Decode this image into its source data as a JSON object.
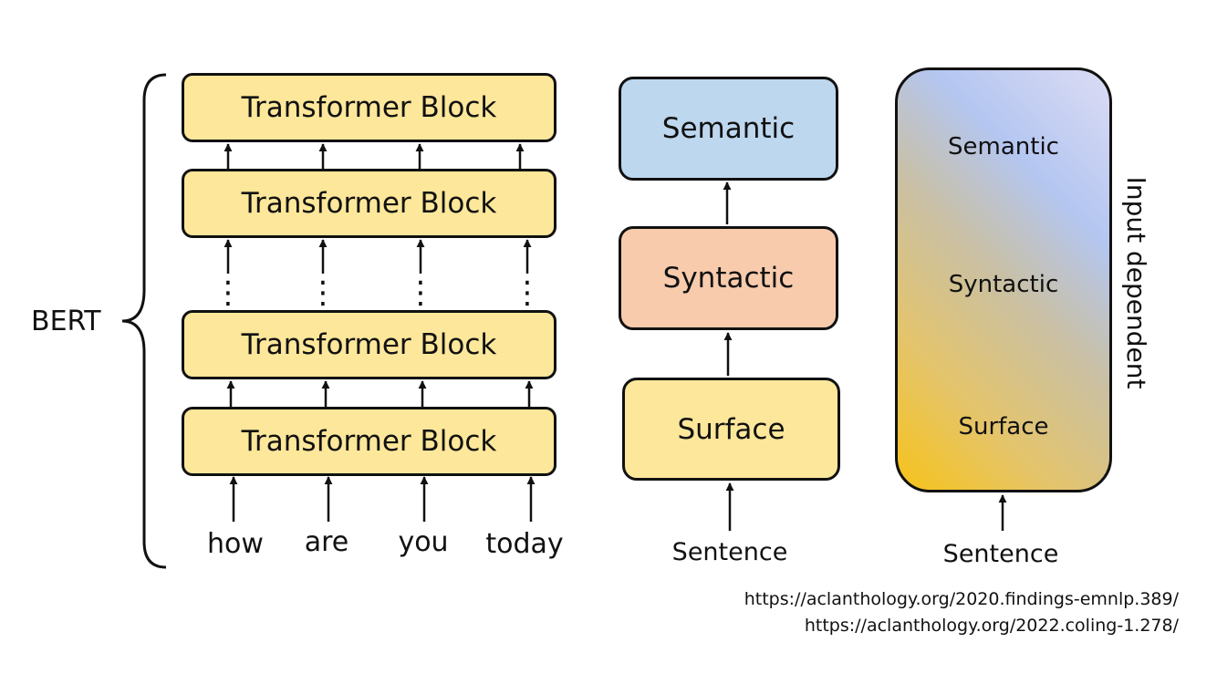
{
  "bert": {
    "label": "BERT",
    "blocks": [
      "Transformer Block",
      "Transformer Block",
      "Transformer Block",
      "Transformer Block"
    ],
    "tokens": [
      "how",
      "are",
      "you",
      "today"
    ],
    "ellipsis": "⋮"
  },
  "hierarchy": {
    "layers": [
      "Semantic",
      "Syntactic",
      "Surface"
    ],
    "input": "Sentence",
    "colors": {
      "semantic": "#bdd7ee",
      "syntactic": "#f8cbad",
      "surface": "#fde79a"
    }
  },
  "input_dependent": {
    "layers": [
      "Semantic",
      "Syntactic",
      "Surface"
    ],
    "input": "Sentence",
    "side_label": "Input dependent"
  },
  "links": [
    "https://aclanthology.org/2020.findings-emnlp.389/",
    "https://aclanthology.org/2022.coling-1.278/"
  ]
}
